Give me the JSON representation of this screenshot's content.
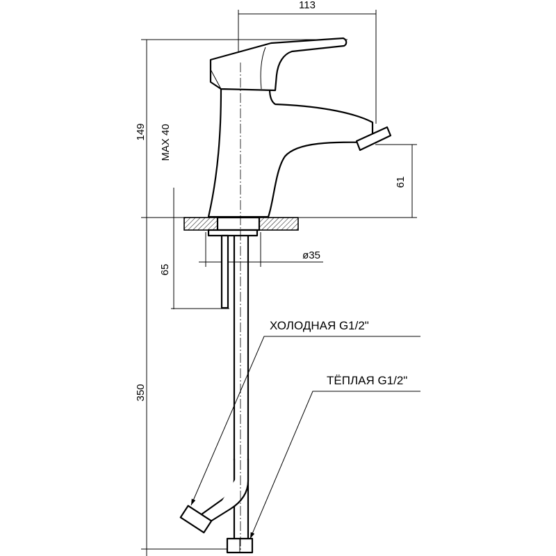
{
  "dimensions": {
    "width_overall": "113",
    "height_overall": "149",
    "max_deck": "MAX 40",
    "spout_height": "61",
    "shank_length": "65",
    "diameter": "ø35",
    "hose_length": "350"
  },
  "labels": {
    "cold": "ХОЛОДНАЯ G1/2\"",
    "warm": "ТЁПЛАЯ G1/2\""
  },
  "colors": {
    "line": "#000000",
    "background": "#ffffff"
  }
}
